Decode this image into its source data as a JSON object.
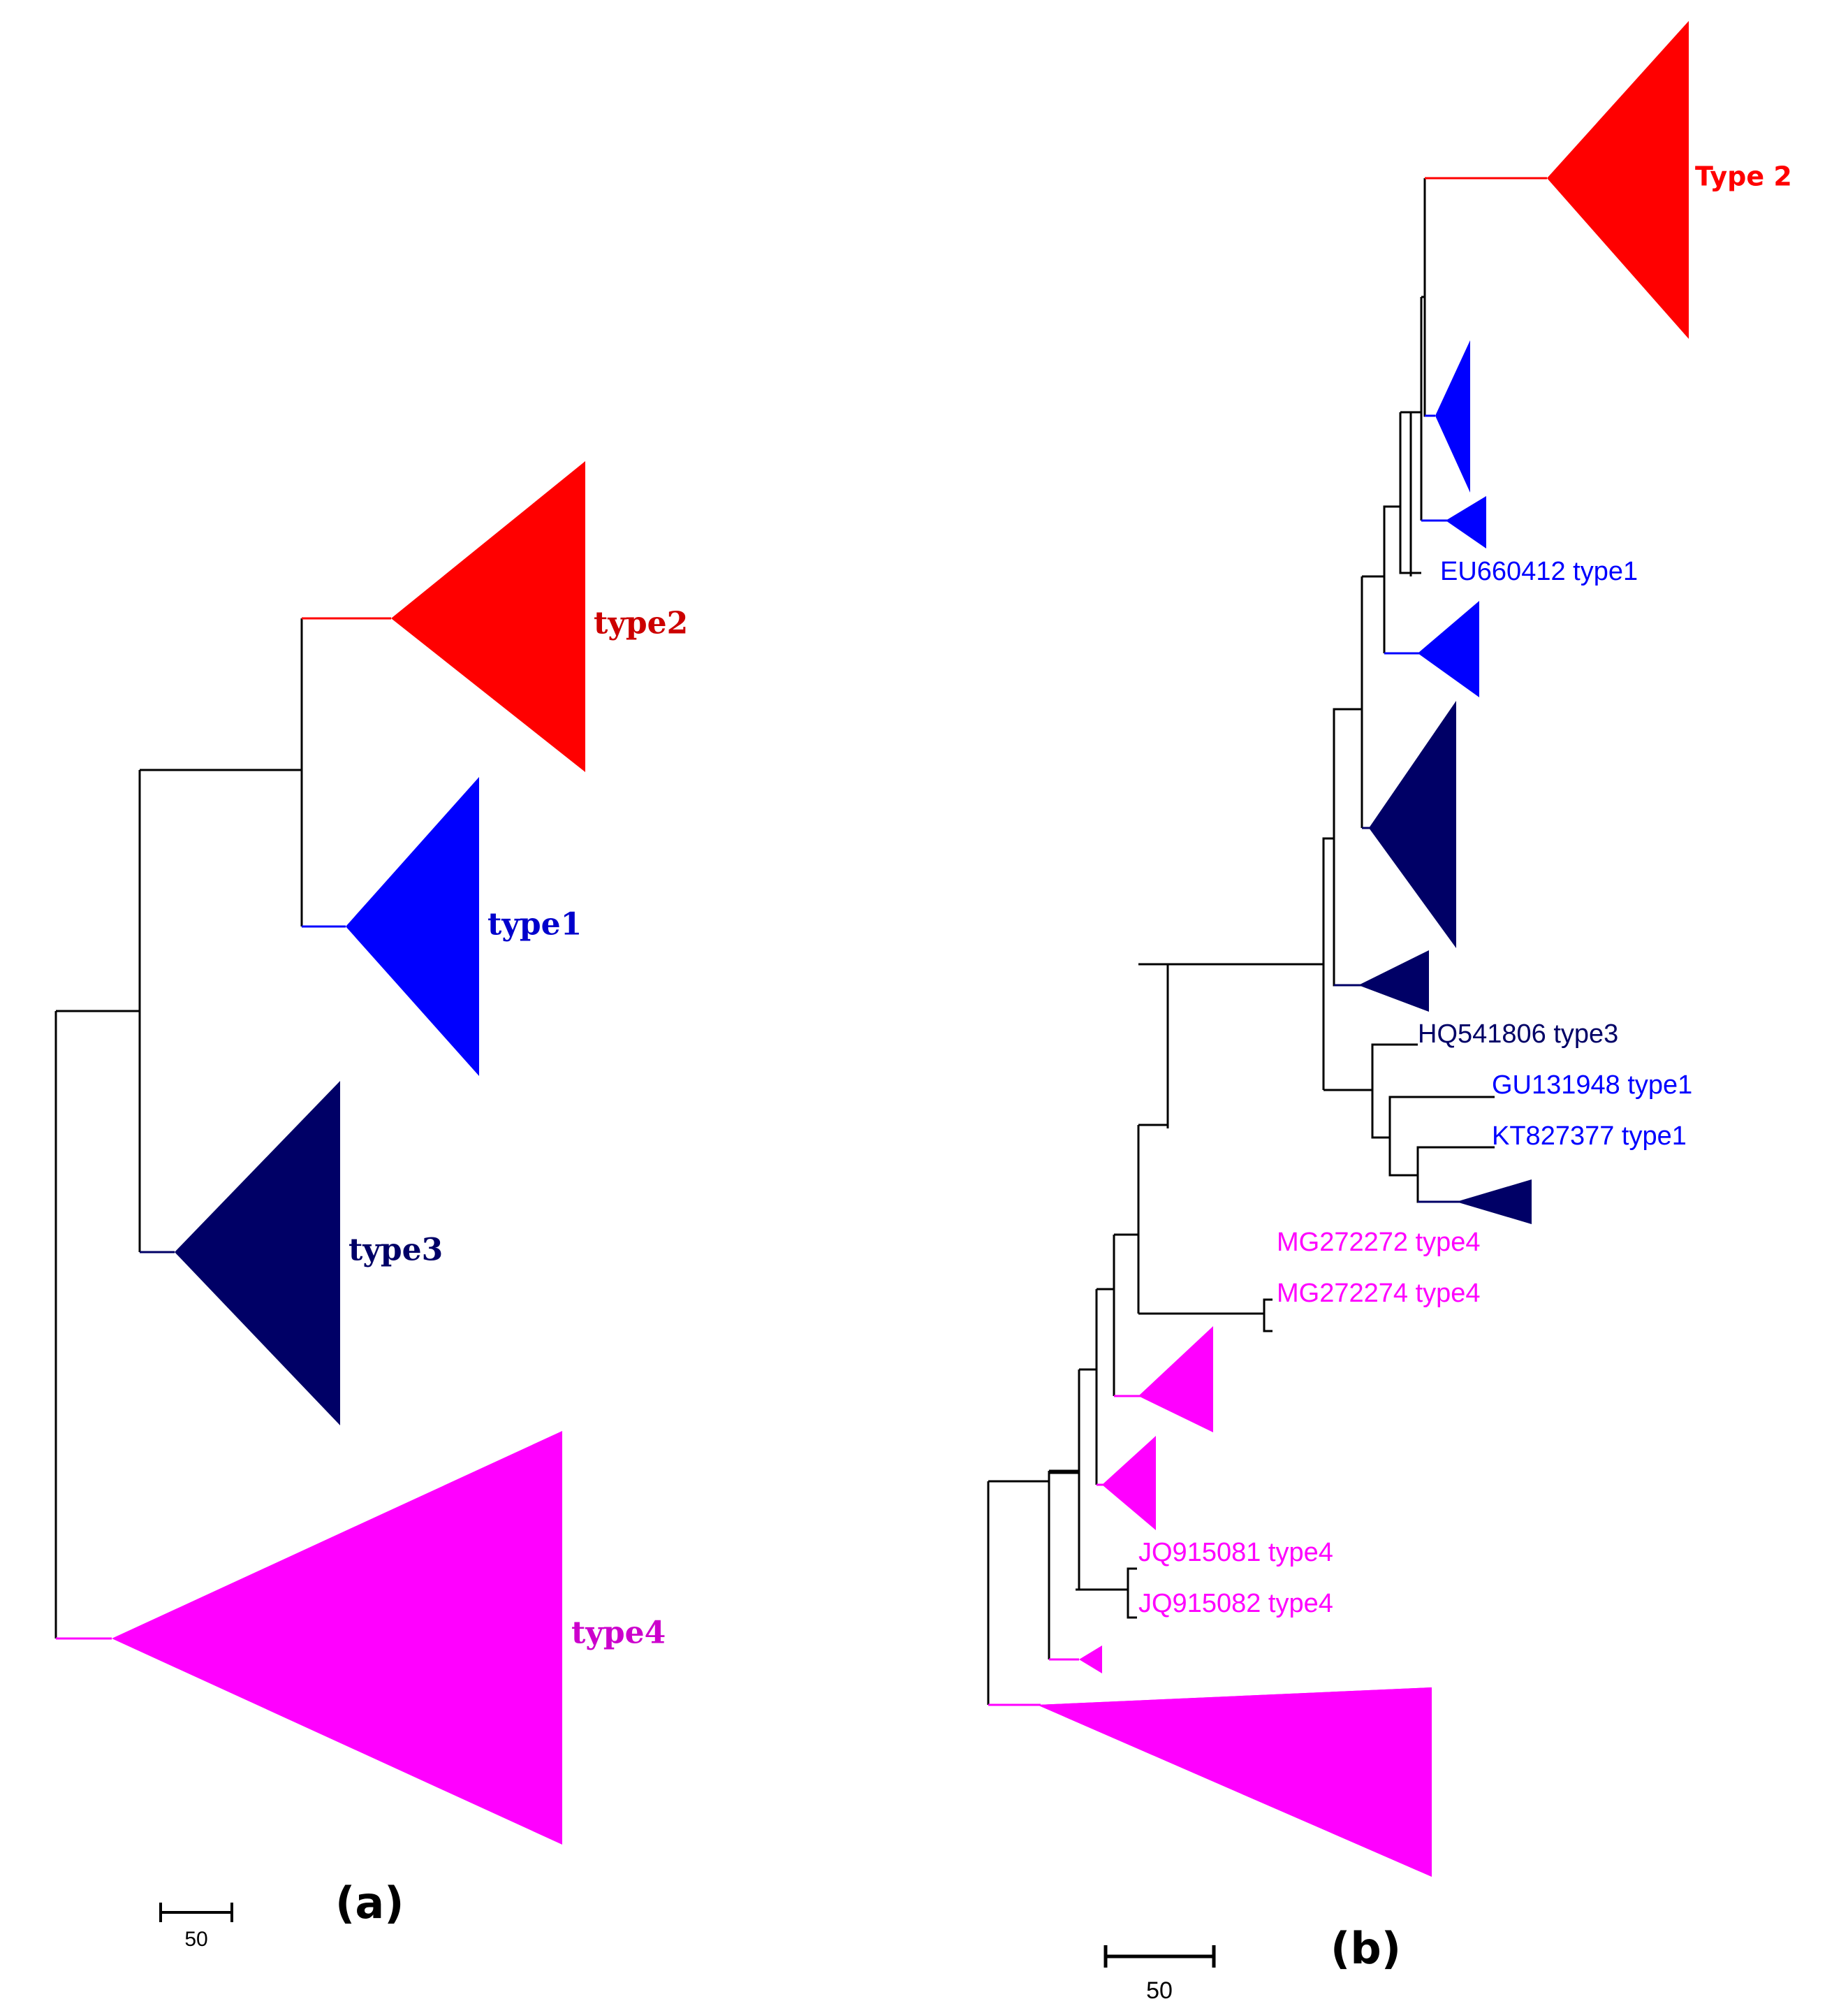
{
  "colors": {
    "type1": "#0000ff",
    "type2": "#ff0000",
    "type3": "#000066",
    "type4": "#ff00ff",
    "line": "#000000"
  },
  "panel_a": {
    "label": "(a)",
    "scale_label": "50",
    "clades": {
      "type2": "type2",
      "type1": "type1",
      "type3": "type3",
      "type4": "type4"
    }
  },
  "panel_b": {
    "label": "(b)",
    "scale_label": "50",
    "type2_label": "Type 2",
    "leaves": {
      "eu660412": "EU660412 type1",
      "hq541806": "HQ541806 type3",
      "gu131948": "GU131948 type1",
      "kt827377": "KT827377 type1",
      "mg272272": "MG272272 type4",
      "mg272274": "MG272274 type4",
      "jq915081": "JQ915081 type4",
      "jq915082": "JQ915082 type4"
    }
  }
}
